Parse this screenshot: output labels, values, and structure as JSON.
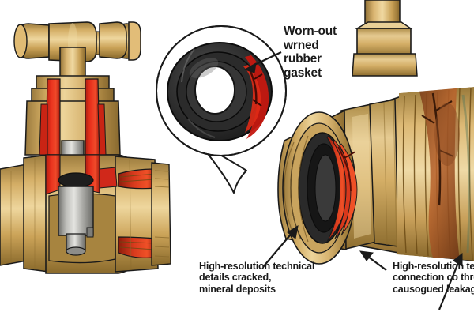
{
  "illustration": {
    "title": "Cutaway technical illustration of a corroded brass gate valve and threaded pipe connection",
    "background_color": "#ffffff"
  },
  "callouts": {
    "gasket": {
      "text": "Worn-out\nwrned\nrubber\ngasket",
      "lines": [
        "Worn-out",
        "wrned",
        "rubber",
        "gasket"
      ]
    },
    "left_detail": {
      "text": "High-resolution technical\ndetails cracked,\nmineral deposits",
      "lines": [
        "High-resolution technical",
        "details cracked,",
        "mineral deposits"
      ]
    },
    "right_detail": {
      "text": "High-resolution te\nconnection co thre\ncausogued leakag",
      "lines": [
        "High-resolution te",
        "connection co thre",
        "causogued leakag"
      ]
    }
  },
  "objects": {
    "valve": {
      "name": "gate valve cutaway",
      "handle": "T-handle wheel",
      "body": "brass valve body with sectioned interior",
      "stem": "chrome steel stem"
    },
    "inset": {
      "name": "magnified circular detail",
      "subject": "worn rubber gasket ring with rust damage"
    },
    "fitting": {
      "name": "threaded pipe union fitting",
      "features": "hex nut, corroded threads, riser pipe"
    }
  },
  "colors": {
    "brass_light": "#e8c88a",
    "brass_mid": "#c9a45e",
    "brass_dark": "#9a7a3e",
    "brass_deep": "#7a5c28",
    "section_red": "#e8301c",
    "section_red_dark": "#b01f10",
    "rust": "#8a4a22",
    "rust_light": "#b9632c",
    "steel_light": "#d8d8d4",
    "steel_mid": "#a8a8a4",
    "steel_dark": "#6e6e6a",
    "gasket_black": "#232323",
    "gasket_grey": "#4a4a4a",
    "outline": "#1a1a1a",
    "background": "#ffffff"
  }
}
